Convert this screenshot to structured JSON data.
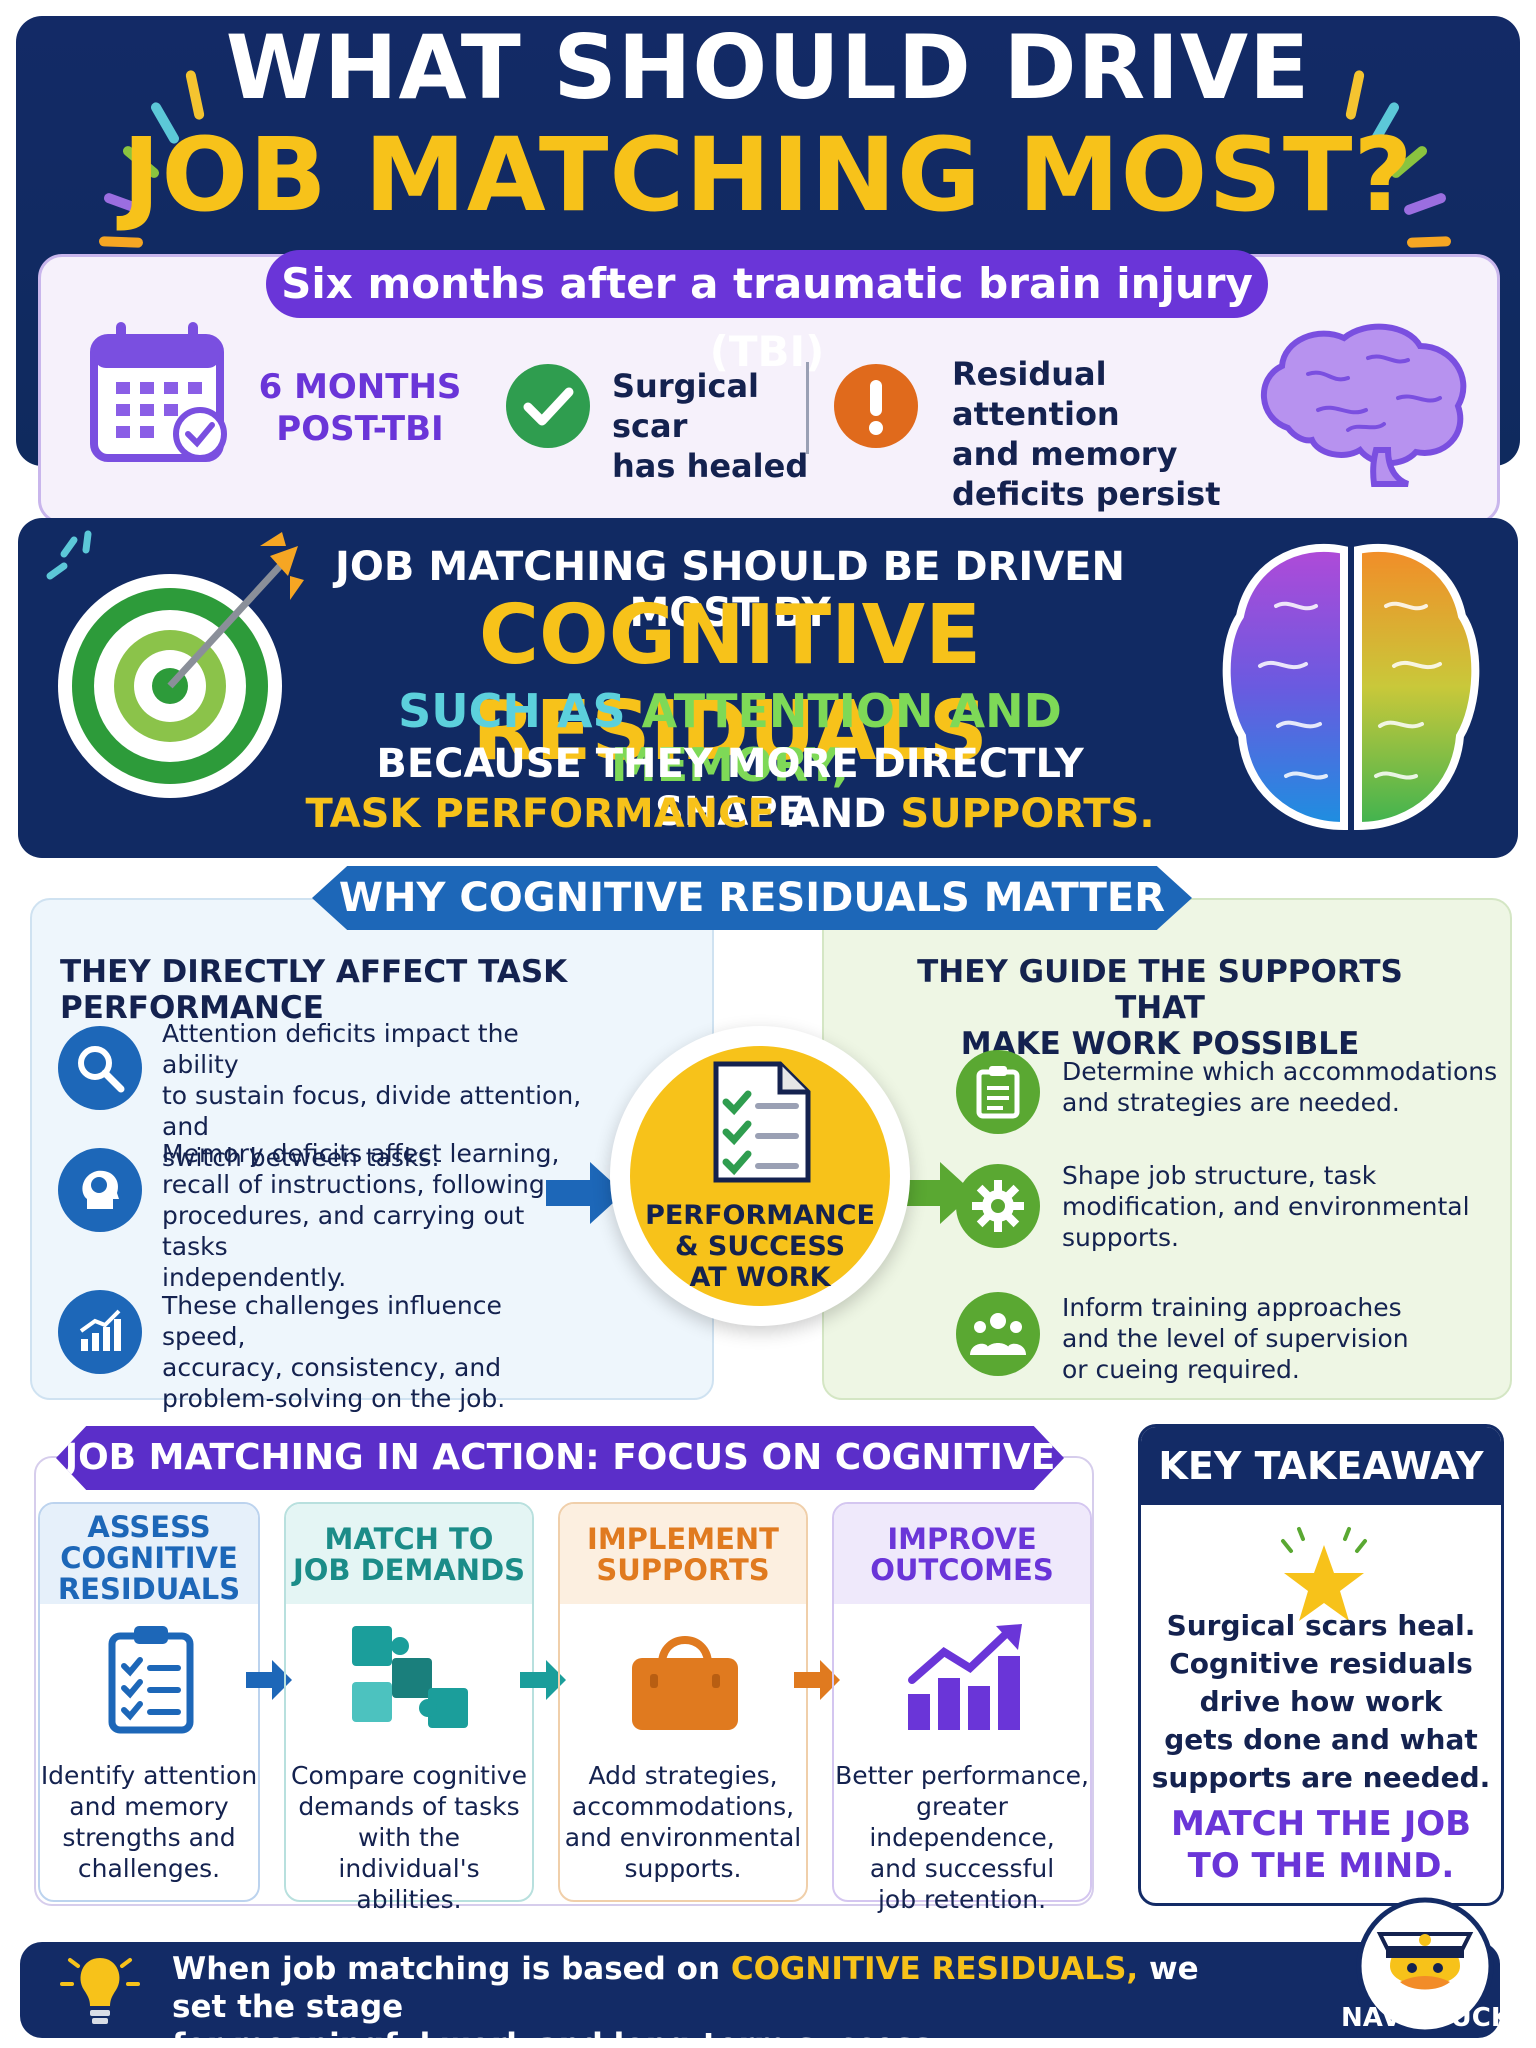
{
  "header": {
    "title_line1": "WHAT SHOULD DRIVE",
    "title_line2": "JOB MATCHING MOST?"
  },
  "context": {
    "subtitle": "Six months after a traumatic brain injury (TBI)",
    "time_line1": "6 MONTHS",
    "time_line2": "POST-TBI",
    "scar_line1": "Surgical scar",
    "scar_line2": "has healed",
    "deficit_line1": "Residual attention",
    "deficit_line2": "and memory",
    "deficit_line3": "deficits persist"
  },
  "claim": {
    "line1": "JOB MATCHING SHOULD BE DRIVEN MOST BY",
    "line2": "COGNITIVE RESIDUALS",
    "line3_a": "SUCH AS",
    "line3_b": "ATTENTION AND MEMORY,",
    "line4": "BECAUSE THEY MORE DIRECTLY SHAPE",
    "line5_a": "TASK PERFORMANCE",
    "line5_b": "AND",
    "line5_c": "SUPPORTS."
  },
  "why": {
    "banner": "WHY COGNITIVE RESIDUALS MATTER MOST",
    "left_title": "THEY DIRECTLY AFFECT TASK PERFORMANCE",
    "left_items": [
      {
        "l1": "Attention deficits impact the ability",
        "l2": "to sustain focus, divide attention, and",
        "l3": "switch between tasks.",
        "l4": ""
      },
      {
        "l1": "Memory deficits affect learning,",
        "l2": "recall of instructions, following",
        "l3": "procedures, and carrying out tasks",
        "l4": "independently."
      },
      {
        "l1": "These challenges influence speed,",
        "l2": "accuracy, consistency, and",
        "l3": "problem-solving on the job.",
        "l4": ""
      }
    ],
    "center_line1": "PERFORMANCE",
    "center_line2": "& SUCCESS",
    "center_line3": "AT WORK",
    "right_title_line1": "THEY GUIDE THE SUPPORTS THAT",
    "right_title_line2": "MAKE WORK POSSIBLE",
    "right_items": [
      {
        "l1": "Determine which accommodations",
        "l2": "and strategies are needed.",
        "l3": ""
      },
      {
        "l1": "Shape job structure, task",
        "l2": "modification, and environmental",
        "l3": "supports."
      },
      {
        "l1": "Inform training approaches",
        "l2": "and the level of supervision",
        "l3": "or cueing required."
      }
    ]
  },
  "action": {
    "banner": "JOB MATCHING IN ACTION: FOCUS ON COGNITIVE RESIDUALS",
    "steps": [
      {
        "t1": "ASSESS",
        "t2": "COGNITIVE",
        "t3": "RESIDUALS",
        "d1": "Identify attention",
        "d2": "and memory",
        "d3": "strengths and",
        "d4": "challenges.",
        "color": "#1d67b8"
      },
      {
        "t1": "MATCH TO",
        "t2": "JOB DEMANDS",
        "t3": "",
        "d1": "Compare cognitive",
        "d2": "demands of tasks",
        "d3": "with the individual's",
        "d4": "abilities.",
        "color": "#1b9e9b"
      },
      {
        "t1": "IMPLEMENT",
        "t2": "SUPPORTS",
        "t3": "",
        "d1": "Add strategies,",
        "d2": "accommodations,",
        "d3": "and environmental",
        "d4": "supports.",
        "color": "#e07a1f"
      },
      {
        "t1": "IMPROVE",
        "t2": "OUTCOMES",
        "t3": "",
        "d1": "Better performance,",
        "d2": "greater independence,",
        "d3": "and successful",
        "d4": "job retention.",
        "color": "#6a35d8"
      }
    ]
  },
  "takeaway": {
    "heading": "KEY TAKEAWAY",
    "l1": "Surgical scars heal.",
    "l2": "Cognitive residuals",
    "l3": "drive how work",
    "l4": "gets done and what",
    "l5": "supports are needed.",
    "cta1": "MATCH THE JOB",
    "cta2": "TO THE MIND."
  },
  "footer": {
    "a": "When job matching is based on",
    "b": "COGNITIVE RESIDUALS,",
    "c": "we set the stage",
    "line2": "for meaningful work and long-term success.",
    "brand": "NAVY DUCK"
  },
  "colors": {
    "navy": "#132b66",
    "gold": "#f7c21a",
    "purple": "#6a35d8",
    "blue": "#1d67b8",
    "teal": "#1b9e9b",
    "green": "#5aa832",
    "orange": "#e07a1f"
  }
}
